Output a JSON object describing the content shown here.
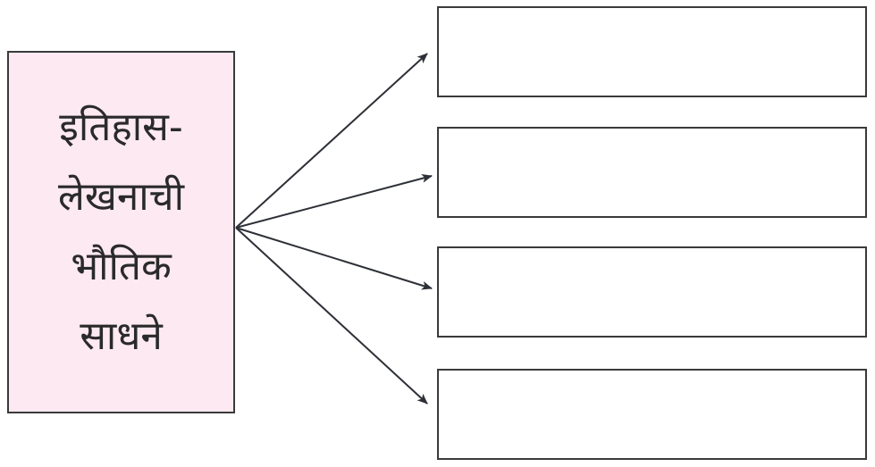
{
  "diagram": {
    "source": {
      "lines": [
        "इतिहास-",
        "लेखनाची",
        "भौतिक",
        "साधने"
      ]
    },
    "targets": [
      {
        "text": ""
      },
      {
        "text": ""
      },
      {
        "text": ""
      },
      {
        "text": ""
      }
    ],
    "colors": {
      "source_fill": "#fde9f1",
      "stroke": "#3a3a3a",
      "arrow": "#2d3036"
    }
  }
}
